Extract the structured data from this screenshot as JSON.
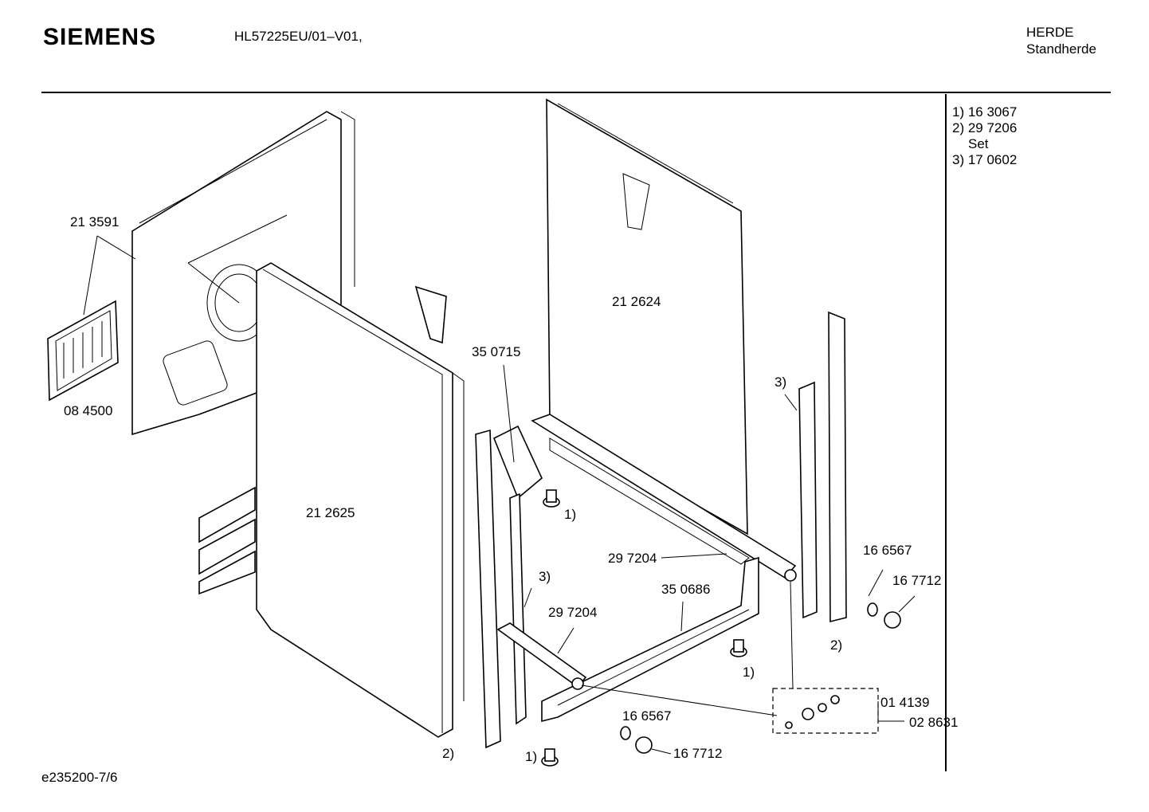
{
  "header": {
    "brand": "SIEMENS",
    "model": "HL57225EU/01–V01,",
    "category_line1": "HERDE",
    "category_line2": "Standherde"
  },
  "notes": [
    "1) 16 3067",
    "2) 29 7206",
    "Set",
    "3) 17 0602"
  ],
  "footer": "e235200-7/6",
  "callouts": {
    "c213591": "21 3591",
    "c084500": "08 4500",
    "c212625": "21 2625",
    "c350715": "35 0715",
    "c212624": "21 2624",
    "c3a": "3)",
    "c1a": "1)",
    "c297204a": "29 7204",
    "c3b": "3)",
    "c350686": "35 0686",
    "c297204b": "29 7204",
    "c166567a": "16 6567",
    "c167712a": "16 7712",
    "c2a": "2)",
    "c1b": "1)",
    "c014139": "01 4139",
    "c028631": "02 8631",
    "c166567b": "16 6567",
    "c167712b": "16 7712",
    "c2b": "2)",
    "c1c": "1)"
  }
}
